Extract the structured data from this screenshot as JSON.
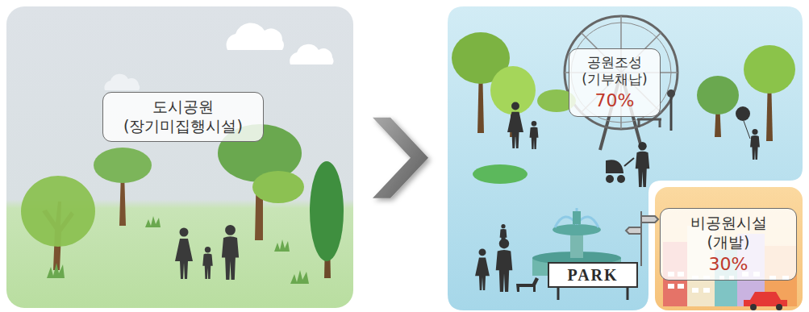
{
  "diagram": {
    "nodes": [
      {
        "text": [
          "도시공원 (장기미집행시설)"
        ]
      },
      {
        "text": [
          "공원조성 (기부채납)",
          "70%"
        ]
      },
      {
        "text": [
          "비공원시설 (개발)",
          "30%"
        ],
        "in": 1
      }
    ],
    "edges": [
      {
        "from": 0,
        "to": 1,
        "arrow": "to"
      }
    ],
    "labels": [
      "PARK"
    ]
  }
}
